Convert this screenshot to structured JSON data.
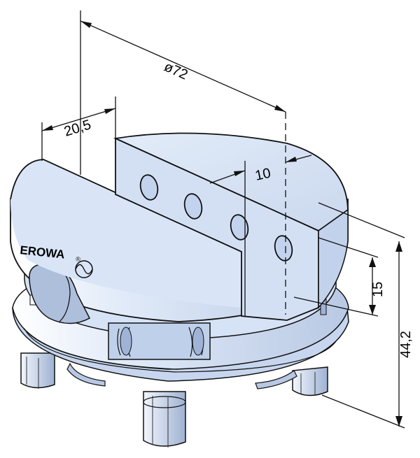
{
  "dimensions": {
    "diameter": "ø72",
    "slot_offset": "20,5",
    "slot_width": "10",
    "hole_height": "15",
    "total_height": "44,2"
  },
  "brand": {
    "name": "EROWA",
    "trademark": "®"
  },
  "colors": {
    "body_light": "#e4eefb",
    "body_mid": "#cfdcf2",
    "body_dark": "#aebfdc",
    "outline": "#111111"
  }
}
